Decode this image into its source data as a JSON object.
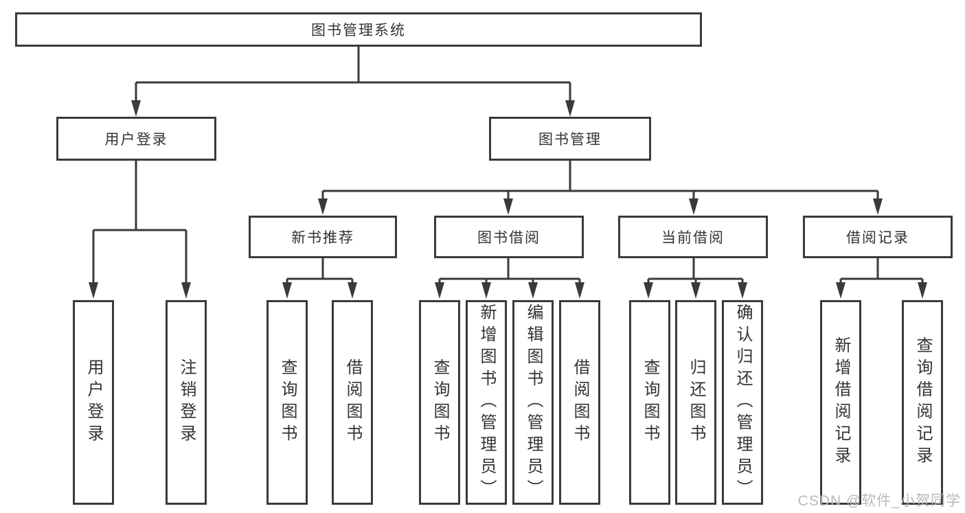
{
  "diagram": {
    "title": "图书管理系统",
    "branches": [
      {
        "label": "用户登录",
        "children": [
          "用户登录",
          "注销登录"
        ]
      },
      {
        "label": "图书管理",
        "sections": [
          {
            "label": "新书推荐",
            "children": [
              "查询图书",
              "借阅图书"
            ]
          },
          {
            "label": "图书借阅",
            "children": [
              "查询图书",
              "新增图书（管理员）",
              "编辑图书（管理员）",
              "借阅图书"
            ]
          },
          {
            "label": "当前借阅",
            "children": [
              "查询图书",
              "归还图书",
              "确认归还（管理员）"
            ]
          },
          {
            "label": "借阅记录",
            "children": [
              "新增借阅记录",
              "查询借阅记录"
            ]
          }
        ]
      }
    ]
  },
  "watermark": {
    "text": "CSDN @软件_小贺同学"
  },
  "colors": {
    "line": "#3a3a3a",
    "text": "#333333",
    "background": "#ffffff",
    "watermark": "#b9b9b9"
  }
}
